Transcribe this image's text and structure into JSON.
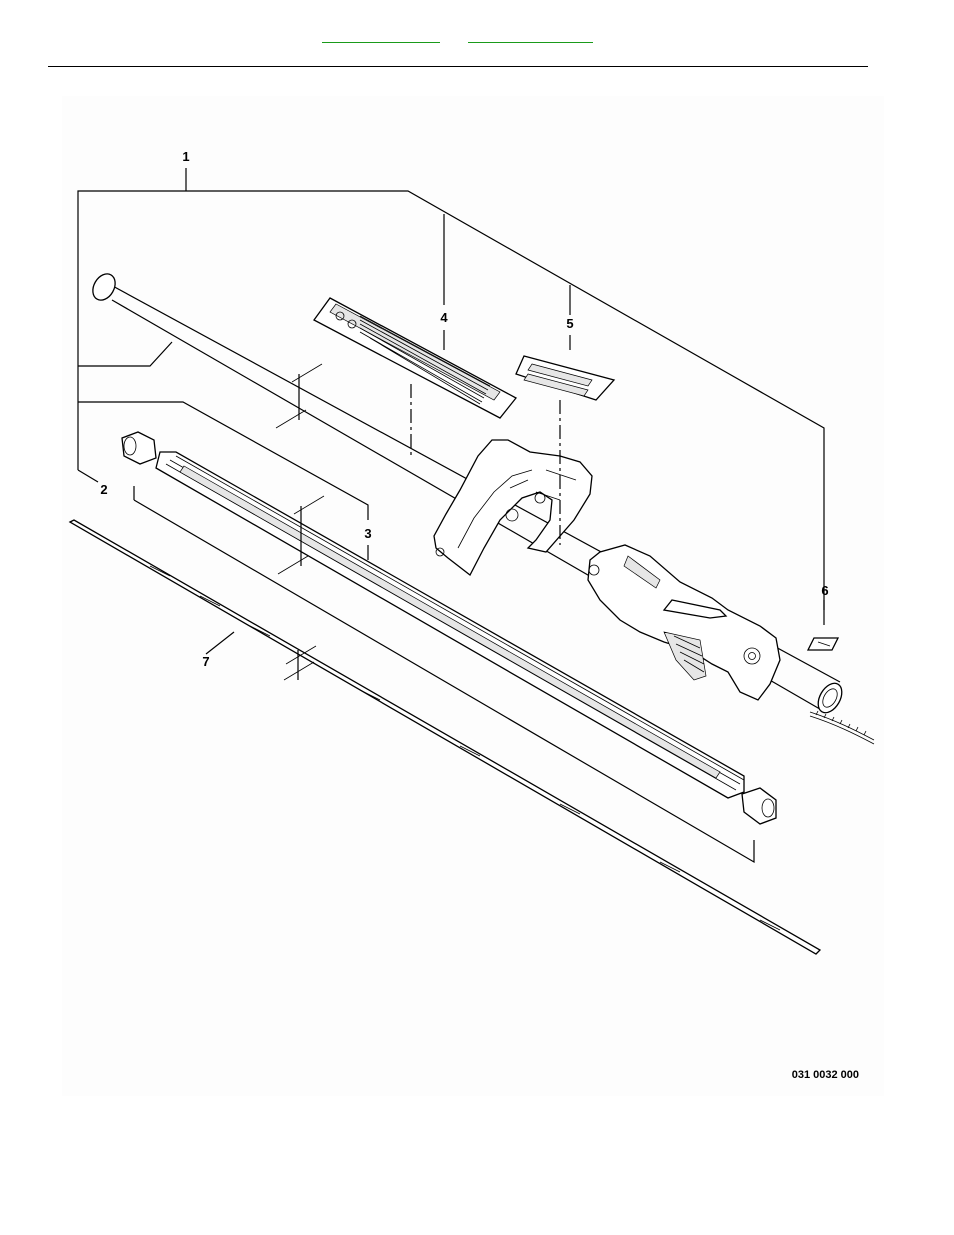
{
  "nav": {
    "prev_label": "",
    "next_label": ""
  },
  "diagram": {
    "callouts": [
      "1",
      "2",
      "3",
      "4",
      "5",
      "6",
      "7"
    ],
    "figure_code": "031 0032 000"
  }
}
